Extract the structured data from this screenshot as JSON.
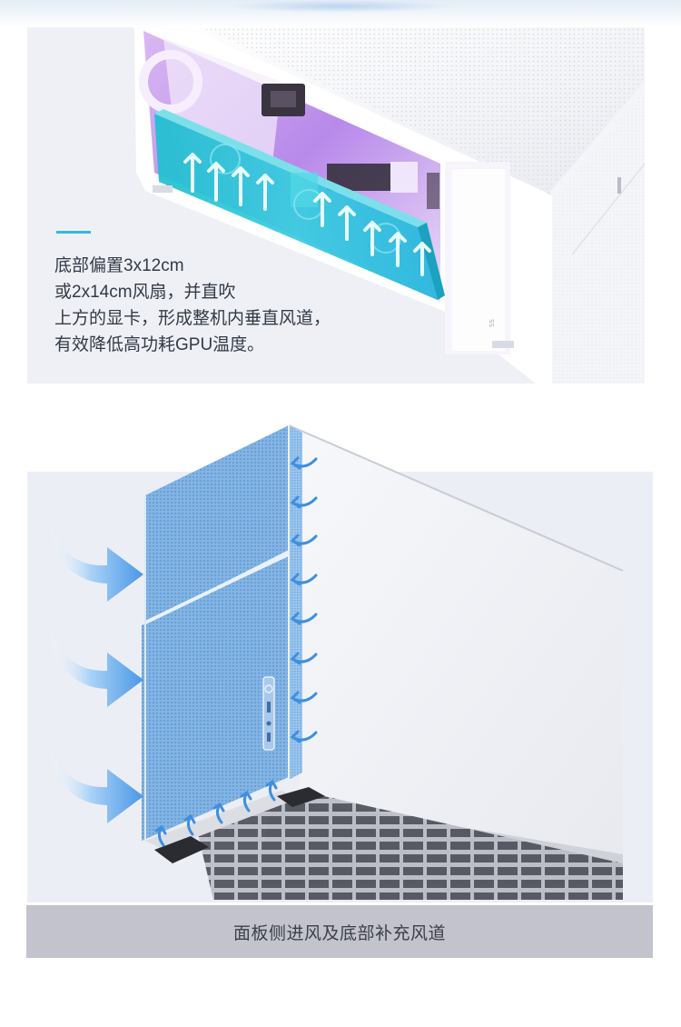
{
  "feature_bottom_fans": {
    "lines": [
      "底部偏置3x12cm",
      "或2x14cm风扇，并直吹",
      "上方的显卡，形成整机内垂直风道，",
      "有效降低高功耗GPU温度。"
    ],
    "accent_color": "#34b6e8",
    "background_color": "#eef0f6"
  },
  "feature_side_intake": {
    "caption": "面板侧进风及底部补充风道",
    "caption_bar_color": "#c2c3cc",
    "background_color": "#eceef5",
    "mesh_color": "#7fb1e2"
  },
  "icons": [
    "airflow-arrow-icon",
    "usb-port-icon",
    "power-button-icon"
  ]
}
